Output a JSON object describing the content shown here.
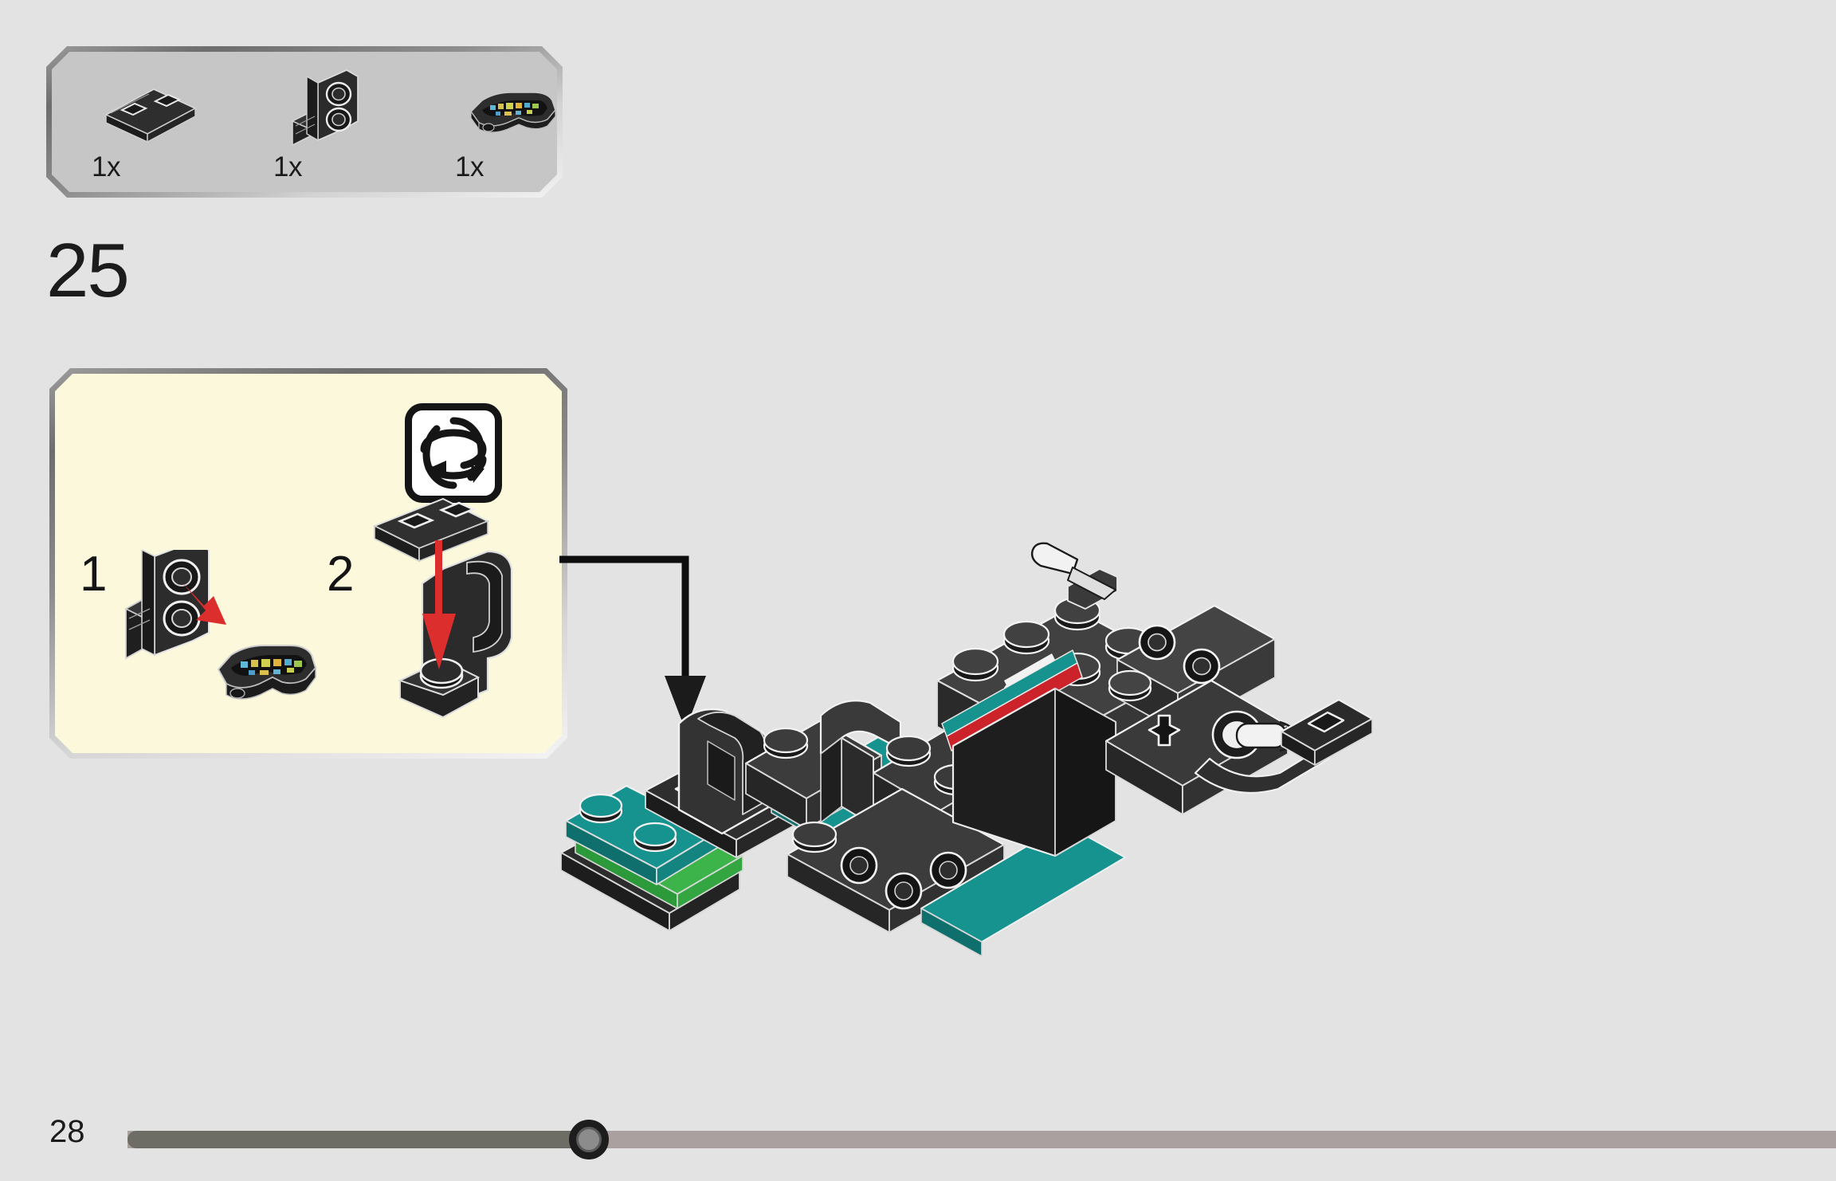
{
  "page": {
    "background_color": "#e3e3e3",
    "step_number": "25",
    "page_number": "28"
  },
  "parts_box": {
    "fill_color": "#c6c6c6",
    "parts": [
      {
        "name": "plate-1x2-black",
        "quantity": "1x"
      },
      {
        "name": "bracket-1x2-2x2-black",
        "quantity": "1x"
      },
      {
        "name": "steering-wheel-printed-black",
        "quantity": "1x"
      }
    ]
  },
  "callout": {
    "fill_color": "#fbf8dc",
    "rotate_icon": "rotate-3d-icon",
    "substeps": [
      {
        "number": "1",
        "name": "attach-steering-wheel-to-bracket"
      },
      {
        "number": "2",
        "name": "attach-plate-to-clip-assembly"
      }
    ]
  },
  "model": {
    "name": "f1-race-car-chassis",
    "colors": {
      "dark_gray": "#3a3a3a",
      "black": "#232323",
      "mid_gray": "#565656",
      "light_gray": "#8f8f8f",
      "teal": "#17938f",
      "green": "#3cb44a",
      "red": "#cc2229",
      "white": "#f2f2f2",
      "outline": "#ffffff"
    }
  },
  "progress": {
    "filled_color": "#6d6d66",
    "track_color": "#aba0a0",
    "knob_position_percent": 27
  }
}
